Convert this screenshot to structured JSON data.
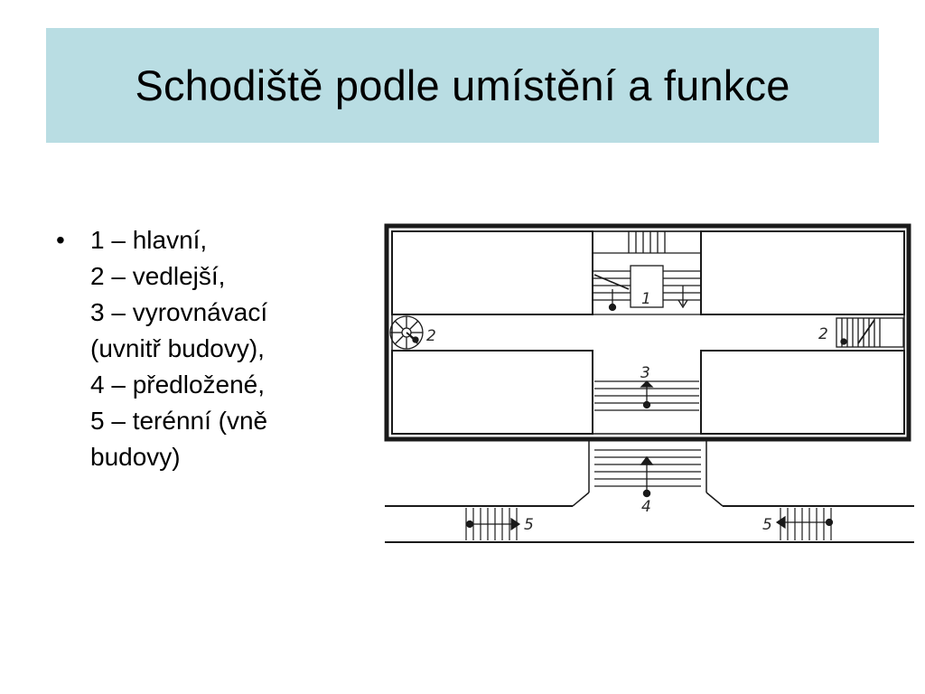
{
  "slide": {
    "title": "Schodiště podle umístění a funkce",
    "bullet_symbol": "•",
    "bullet_lines": [
      "1 – hlavní,",
      "2 – vedlejší,",
      "3 – vyrovnávací",
      "(uvnitř budovy),",
      "4 – předložené,",
      "5 – terénní (vně",
      "budovy)"
    ]
  },
  "plan": {
    "labels": {
      "main_stair": "1",
      "side_stair_left": "2",
      "side_stair_right": "2",
      "leveling_stair": "3",
      "front_stair": "4",
      "terrain_stair_left": "5",
      "terrain_stair_right": "5"
    },
    "colors": {
      "line": "#1a1a1a",
      "background": "#ffffff"
    }
  }
}
